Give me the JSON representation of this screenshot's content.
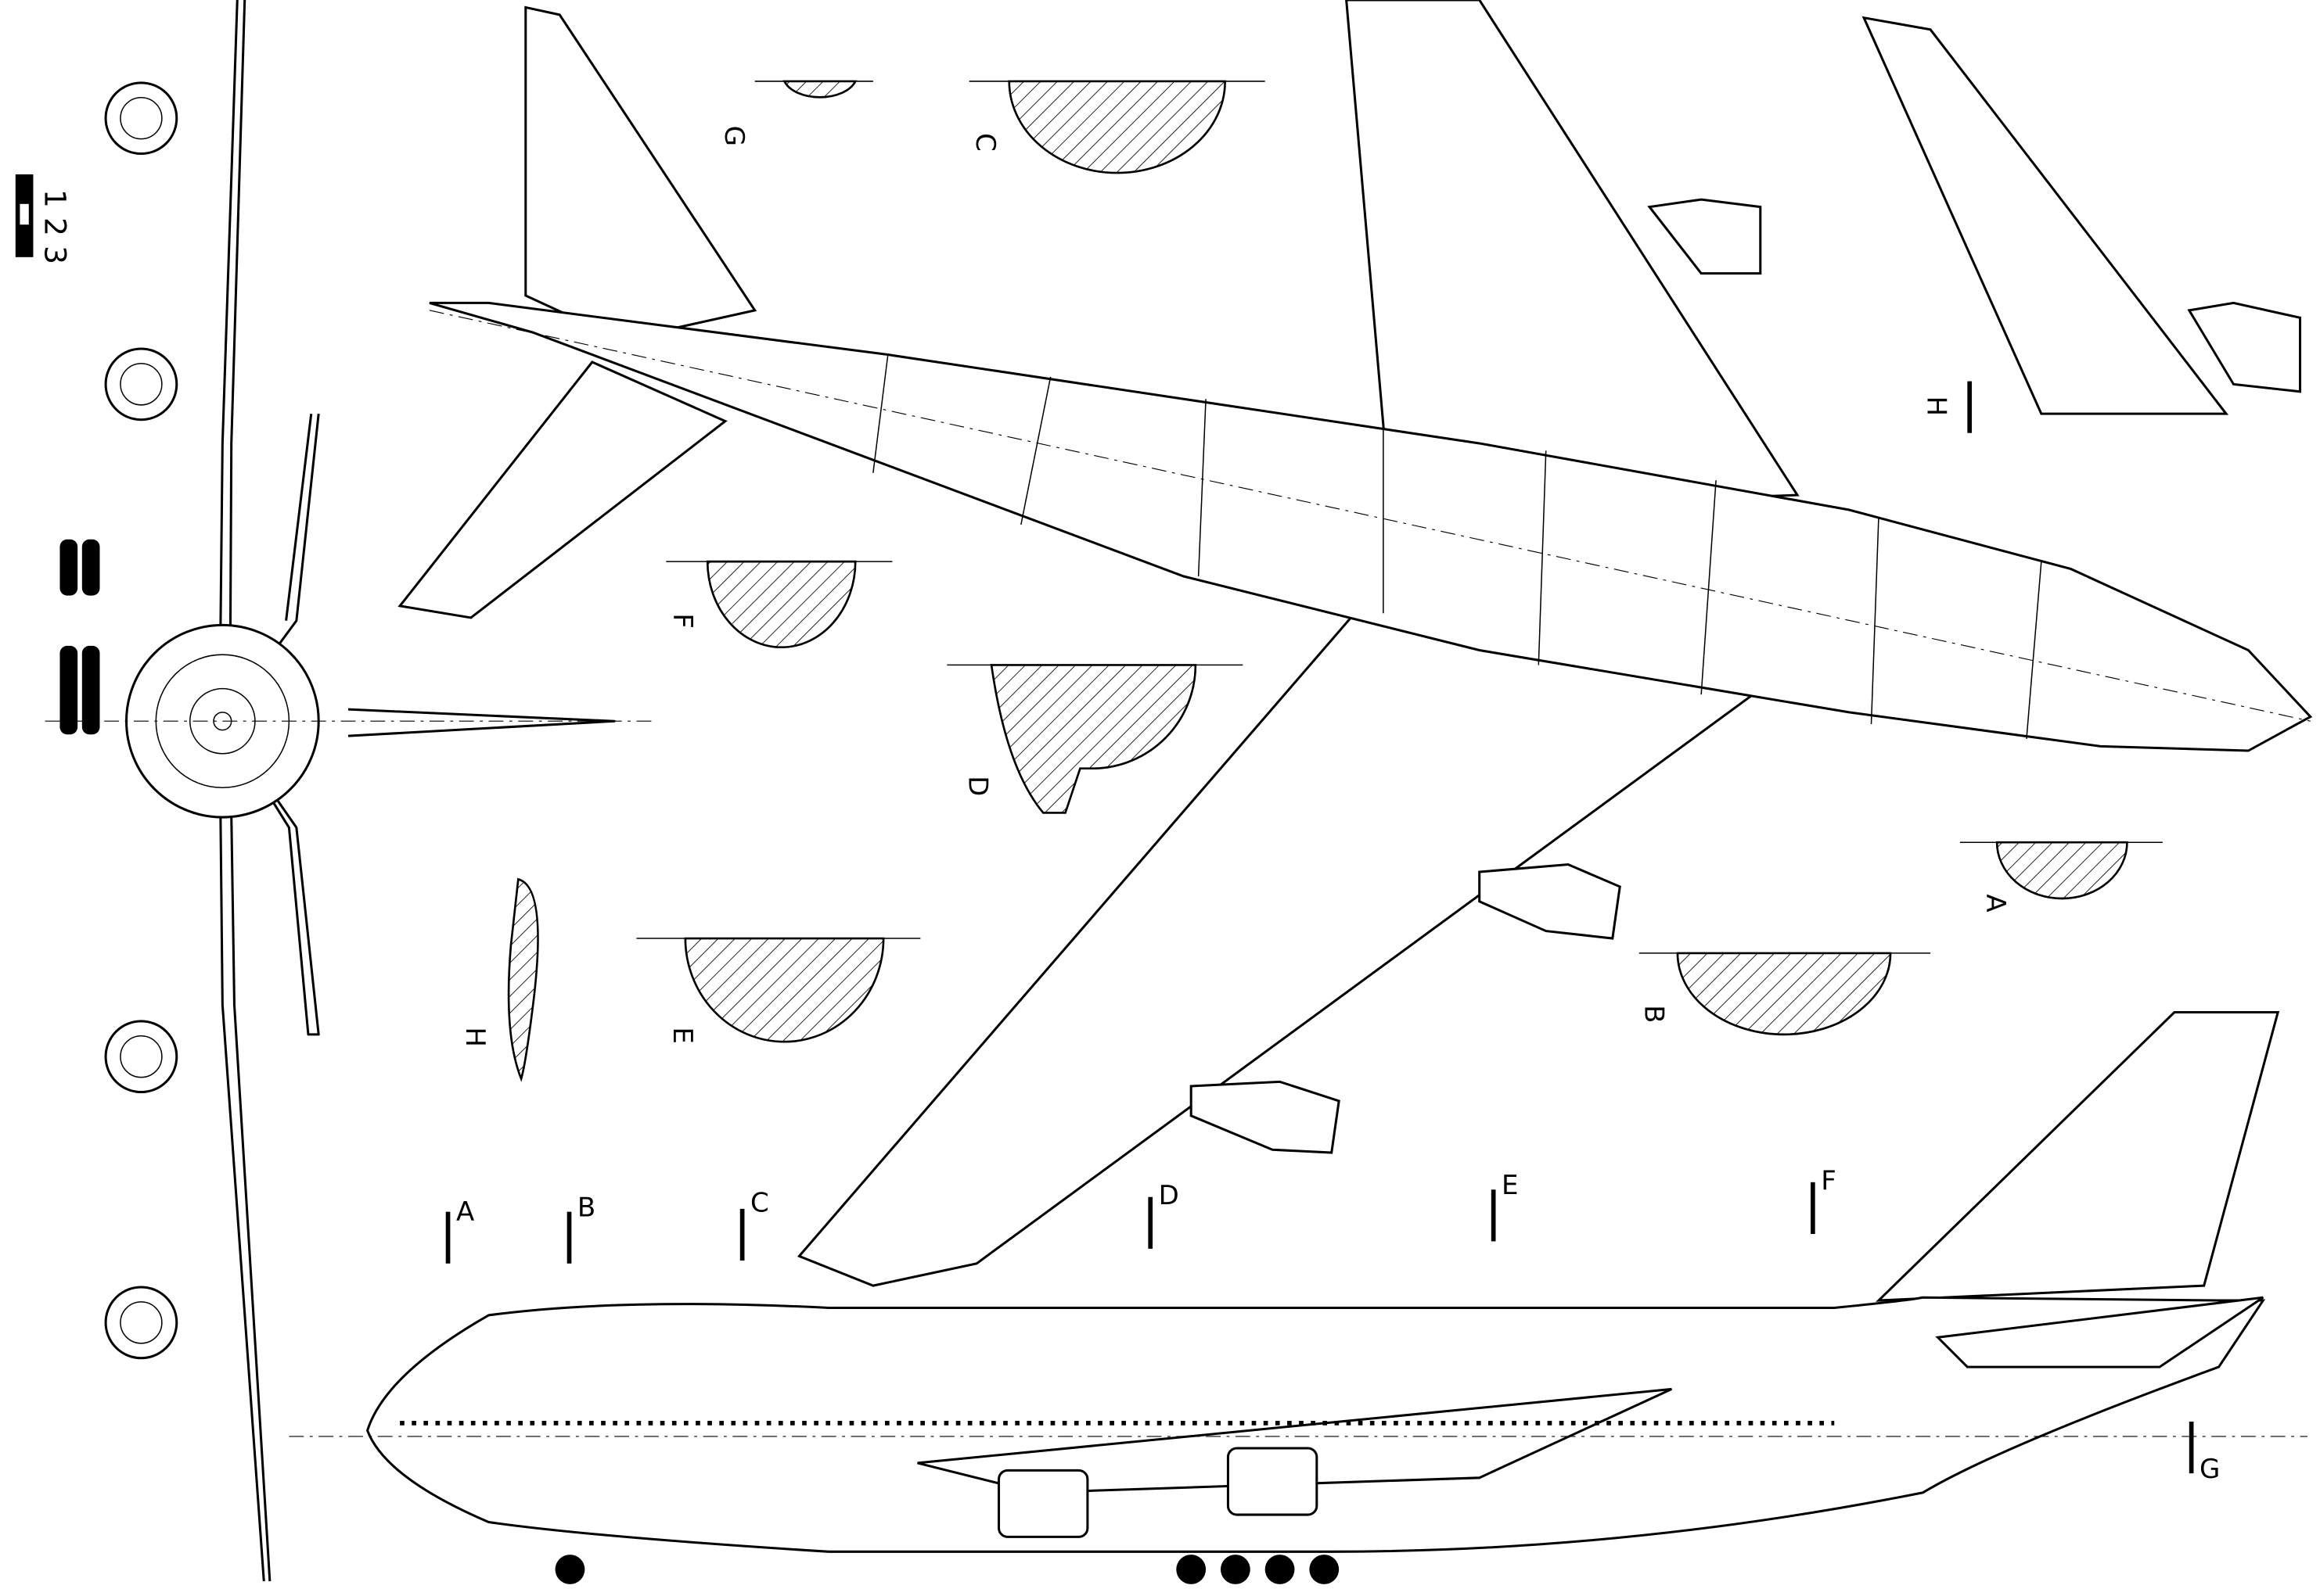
{
  "scale_bar": {
    "label": "1 2 3"
  },
  "section_labels": [
    "G",
    "C",
    "F",
    "D",
    "E",
    "H",
    "B",
    "A",
    "H"
  ],
  "station_markers": [
    "A",
    "B",
    "C",
    "D",
    "E",
    "F",
    "G"
  ]
}
